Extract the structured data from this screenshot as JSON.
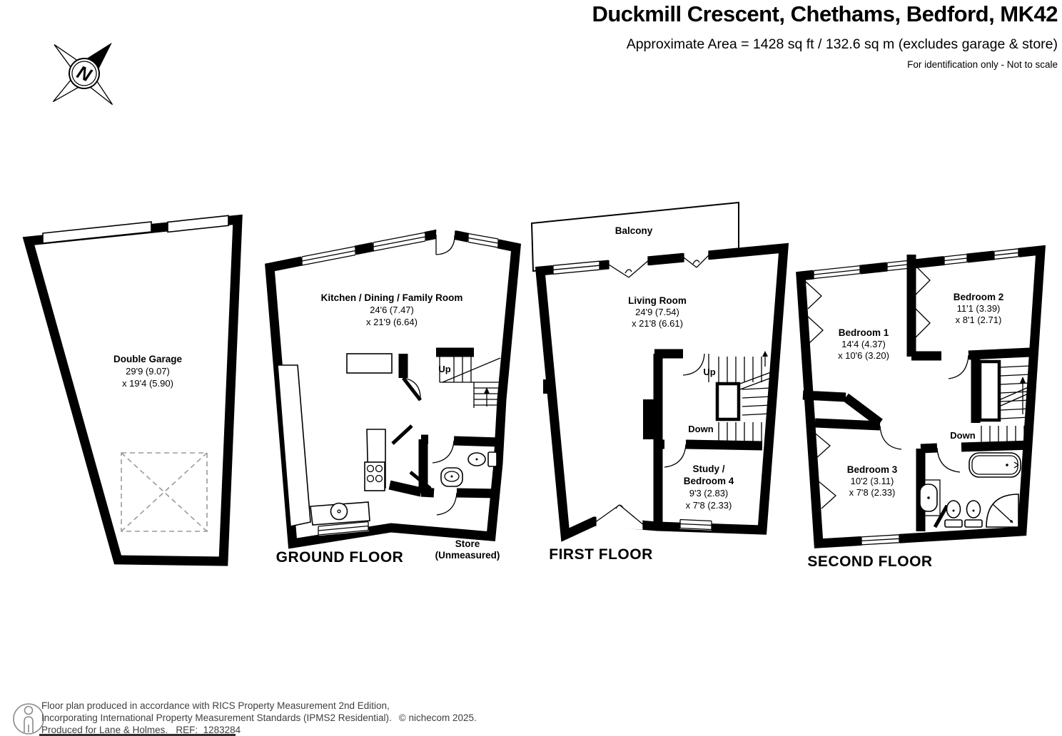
{
  "header": {
    "title": "Duckmill Crescent, Chethams, Bedford, MK42",
    "area_line": "Approximate Area = 1428 sq ft / 132.6 sq m (excludes garage & store)",
    "disclaimer": "For identification only - Not to scale"
  },
  "compass": {
    "north_label": "N"
  },
  "floors": {
    "garage": {
      "room": {
        "lines": [
          "Double Garage",
          "29'9 (9.07)",
          "x 19'4 (5.90)"
        ]
      }
    },
    "ground": {
      "label": "GROUND FLOOR",
      "kitchen": {
        "lines": [
          "Kitchen / Dining / Family Room",
          "24'6 (7.47)",
          "x 21'9 (6.64)"
        ]
      },
      "stairs_up": "Up",
      "store": {
        "lines": [
          "Store",
          "(Unmeasured)"
        ]
      }
    },
    "first": {
      "label": "FIRST FLOOR",
      "balcony": "Balcony",
      "living_room": {
        "lines": [
          "Living Room",
          "24'9 (7.54)",
          "x 21'8 (6.61)"
        ]
      },
      "stairs_up": "Up",
      "stairs_down": "Down",
      "study": {
        "lines": [
          "Study /",
          "Bedroom 4",
          "9'3 (2.83)",
          "x 7'8 (2.33)"
        ]
      }
    },
    "second": {
      "label": "SECOND FLOOR",
      "bedroom1": {
        "lines": [
          "Bedroom 1",
          "14'4 (4.37)",
          "x 10'6 (3.20)"
        ]
      },
      "bedroom2": {
        "lines": [
          "Bedroom 2",
          "11'1 (3.39)",
          "x 8'1 (2.71)"
        ]
      },
      "bedroom3": {
        "lines": [
          "Bedroom 3",
          "10'2 (3.11)",
          "x 7'8 (2.33)"
        ]
      },
      "stairs_down": "Down"
    }
  },
  "footer": {
    "line1": "Floor plan produced in accordance with RICS Property Measurement 2nd Edition,",
    "line2": "Incorporating International Property Measurement Standards (IPMS2 Residential).",
    "copyright": "© nichecom 2025.",
    "line3": "Produced for Lane & Holmes.   REF:  1283284"
  },
  "colors": {
    "wall": "#000000",
    "paper": "#ffffff",
    "dashed_outline": "#9a9a9a",
    "footer_text": "#3f3f3f"
  }
}
